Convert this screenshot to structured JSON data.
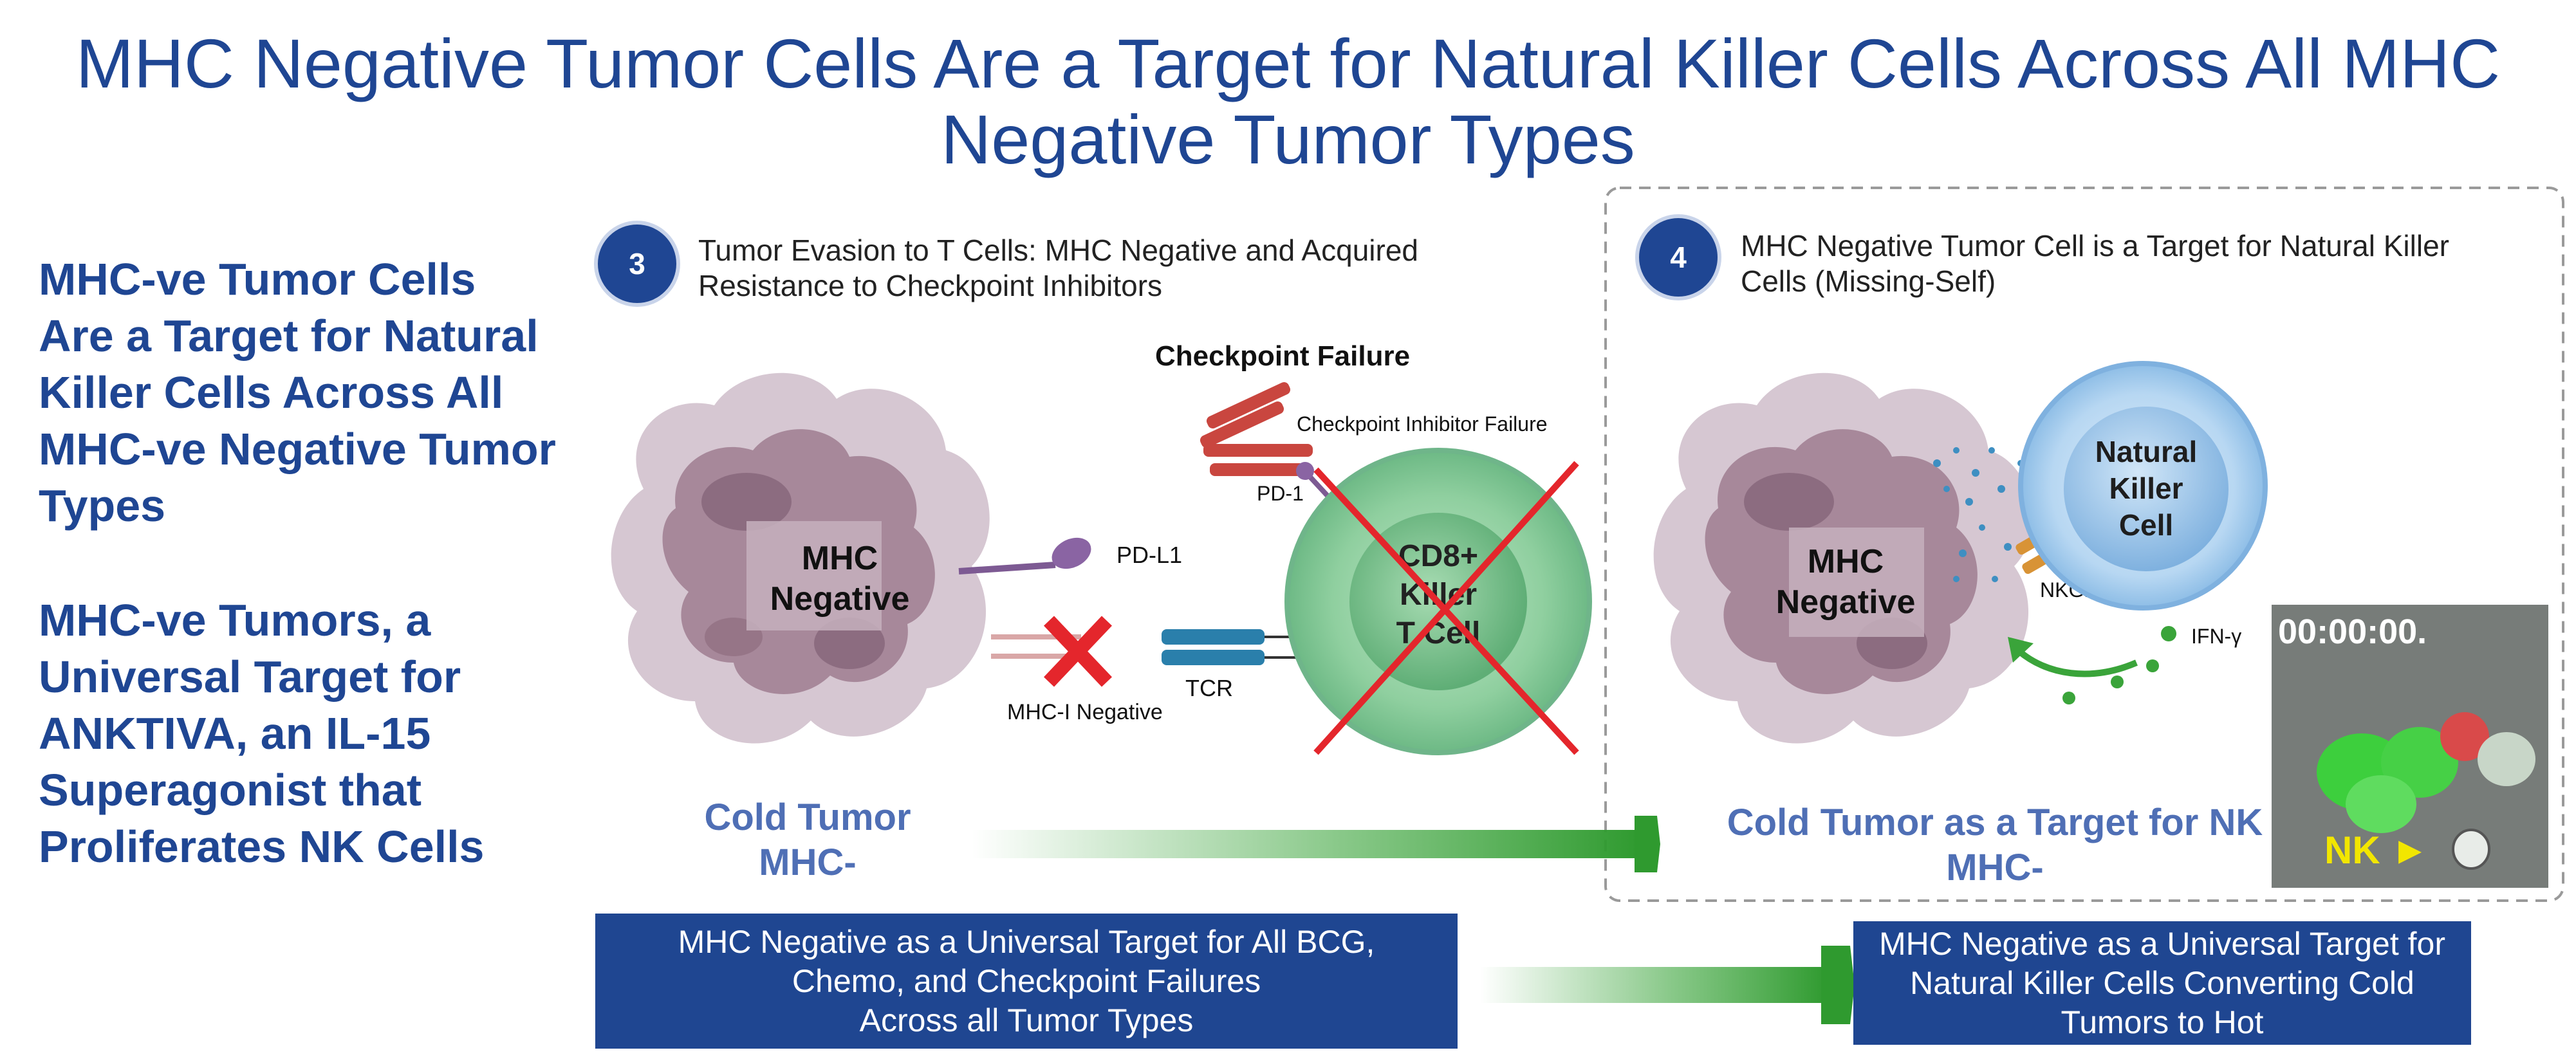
{
  "title": "MHC Negative Tumor Cells Are a Target for Natural Killer Cells Across All MHC Negative Tumor Types",
  "sidebar": {
    "block1": "MHC-ve Tumor Cells\nAre a Target for Natural\nKiller Cells Across All\nMHC-ve Negative Tumor\nTypes",
    "block2": "MHC-ve Tumors, a\nUniversal Target for\nANKTIVA, an IL-15\nSuperagonist that\nProliferates NK Cells"
  },
  "panel3": {
    "step": "3",
    "heading_line1": "Tumor Evasion to T Cells: MHC Negative and Acquired",
    "heading_line2": "Resistance to Checkpoint Inhibitors",
    "tumor_line1": "MHC",
    "tumor_line2": "Negative",
    "checkpoint_failure": "Checkpoint Failure",
    "checkpoint_inhibitor_failure": "Checkpoint Inhibitor Failure",
    "pd1": "PD-1",
    "pdl1": "PD-L1",
    "mhc_i_negative": "MHC-I Negative",
    "tcr": "TCR",
    "tcell_line1": "CD8+",
    "tcell_line2": "Killer",
    "tcell_line3": "T Cell",
    "caption_line1": "Cold Tumor",
    "caption_line2": "MHC-"
  },
  "panel4": {
    "step": "4",
    "heading_line1": "MHC Negative Tumor Cell is a Target for Natural Killer",
    "heading_line2": "Cells (Missing-Self)",
    "tumor_line1": "MHC",
    "tumor_line2": "Negative",
    "nk_line1": "Natural",
    "nk_line2": "Killer",
    "nk_line3": "Cell",
    "nkg2d": "NKG2D",
    "ifng": "IFN-γ",
    "caption_line1": "Cold Tumor as a Target for NK",
    "caption_line2": "MHC-",
    "video_timestamp": "00:00:00.",
    "video_nk_label": "NK ►"
  },
  "bottom": {
    "left": "MHC Negative as a Universal Target for All BCG,\nChemo, and Checkpoint Failures\nAcross all Tumor Types",
    "right": "MHC Negative as a Universal Target for\nNatural Killer Cells Converting Cold\nTumors to Hot"
  },
  "colors": {
    "brand_blue": "#1f4693",
    "caption_blue": "#4f6fb5",
    "arrow_green": "#3aa43a",
    "cross_red": "#e4262c"
  }
}
